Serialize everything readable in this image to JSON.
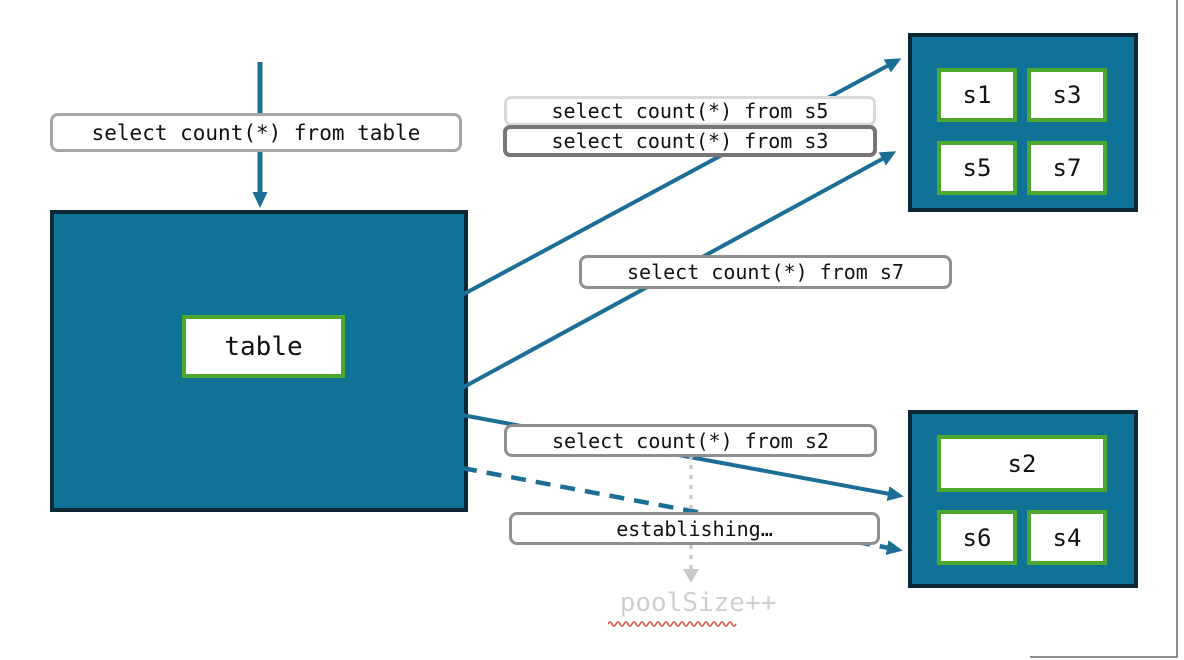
{
  "colors": {
    "shard_container_fill": "#0e7397",
    "shard_container_border": "#0c2836",
    "shard_tile_fill": "#ffffff",
    "shard_tile_border_green": "#4ea72e",
    "arrow_teal": "#1c6e96",
    "label_border_gray": "#8f8f8f",
    "label_border_light_gray": "#d9d9d9",
    "dotted_arrow_gray": "#c9c9c9",
    "poolsize_text_gray": "#cfcfcf",
    "spellcheck_red": "#e0524d",
    "text_black": "#111111"
  },
  "table_section": {
    "incoming_query": "select count(*) from table",
    "table_label": "table"
  },
  "queries": {
    "s5": "select count(*) from s5",
    "s3": "select count(*) from s3",
    "s7": "select count(*) from s7",
    "s2": "select count(*) from s2"
  },
  "status": {
    "establishing": "establishing…",
    "pool_size": "poolSize++"
  },
  "top_shards": [
    "s1",
    "s3",
    "s5",
    "s7"
  ],
  "bottom_shards": [
    "s2",
    "s6",
    "s4"
  ]
}
